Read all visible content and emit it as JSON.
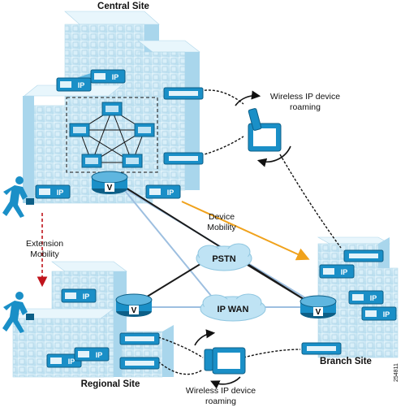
{
  "sites": {
    "central": "Central Site",
    "regional": "Regional Site",
    "branch": "Branch Site"
  },
  "clouds": {
    "pstn": "PSTN",
    "ipwan": "IP WAN"
  },
  "roaming_top": [
    "Wireless IP device",
    "roaming"
  ],
  "roaming_bottom": [
    "Wireless IP device",
    "roaming"
  ],
  "device_mobility": [
    "Device",
    "Mobility"
  ],
  "extension_mobility": [
    "Extension",
    "Mobility"
  ],
  "phone_label": "IP",
  "router_label": "V",
  "figure_id": "254811",
  "colors": {
    "building_face": "#cfe9f5",
    "building_side": "#a9d6ec",
    "building_top": "#e3f3fa",
    "device_blue": "#1a8fc7",
    "link_black": "#1a1a1a",
    "link_light": "#9dbfe0",
    "device_mobility_arrow": "#f0a21c",
    "extension_mobility_arrow": "#c0141c",
    "cloud_fill": "#bfe3f4"
  }
}
